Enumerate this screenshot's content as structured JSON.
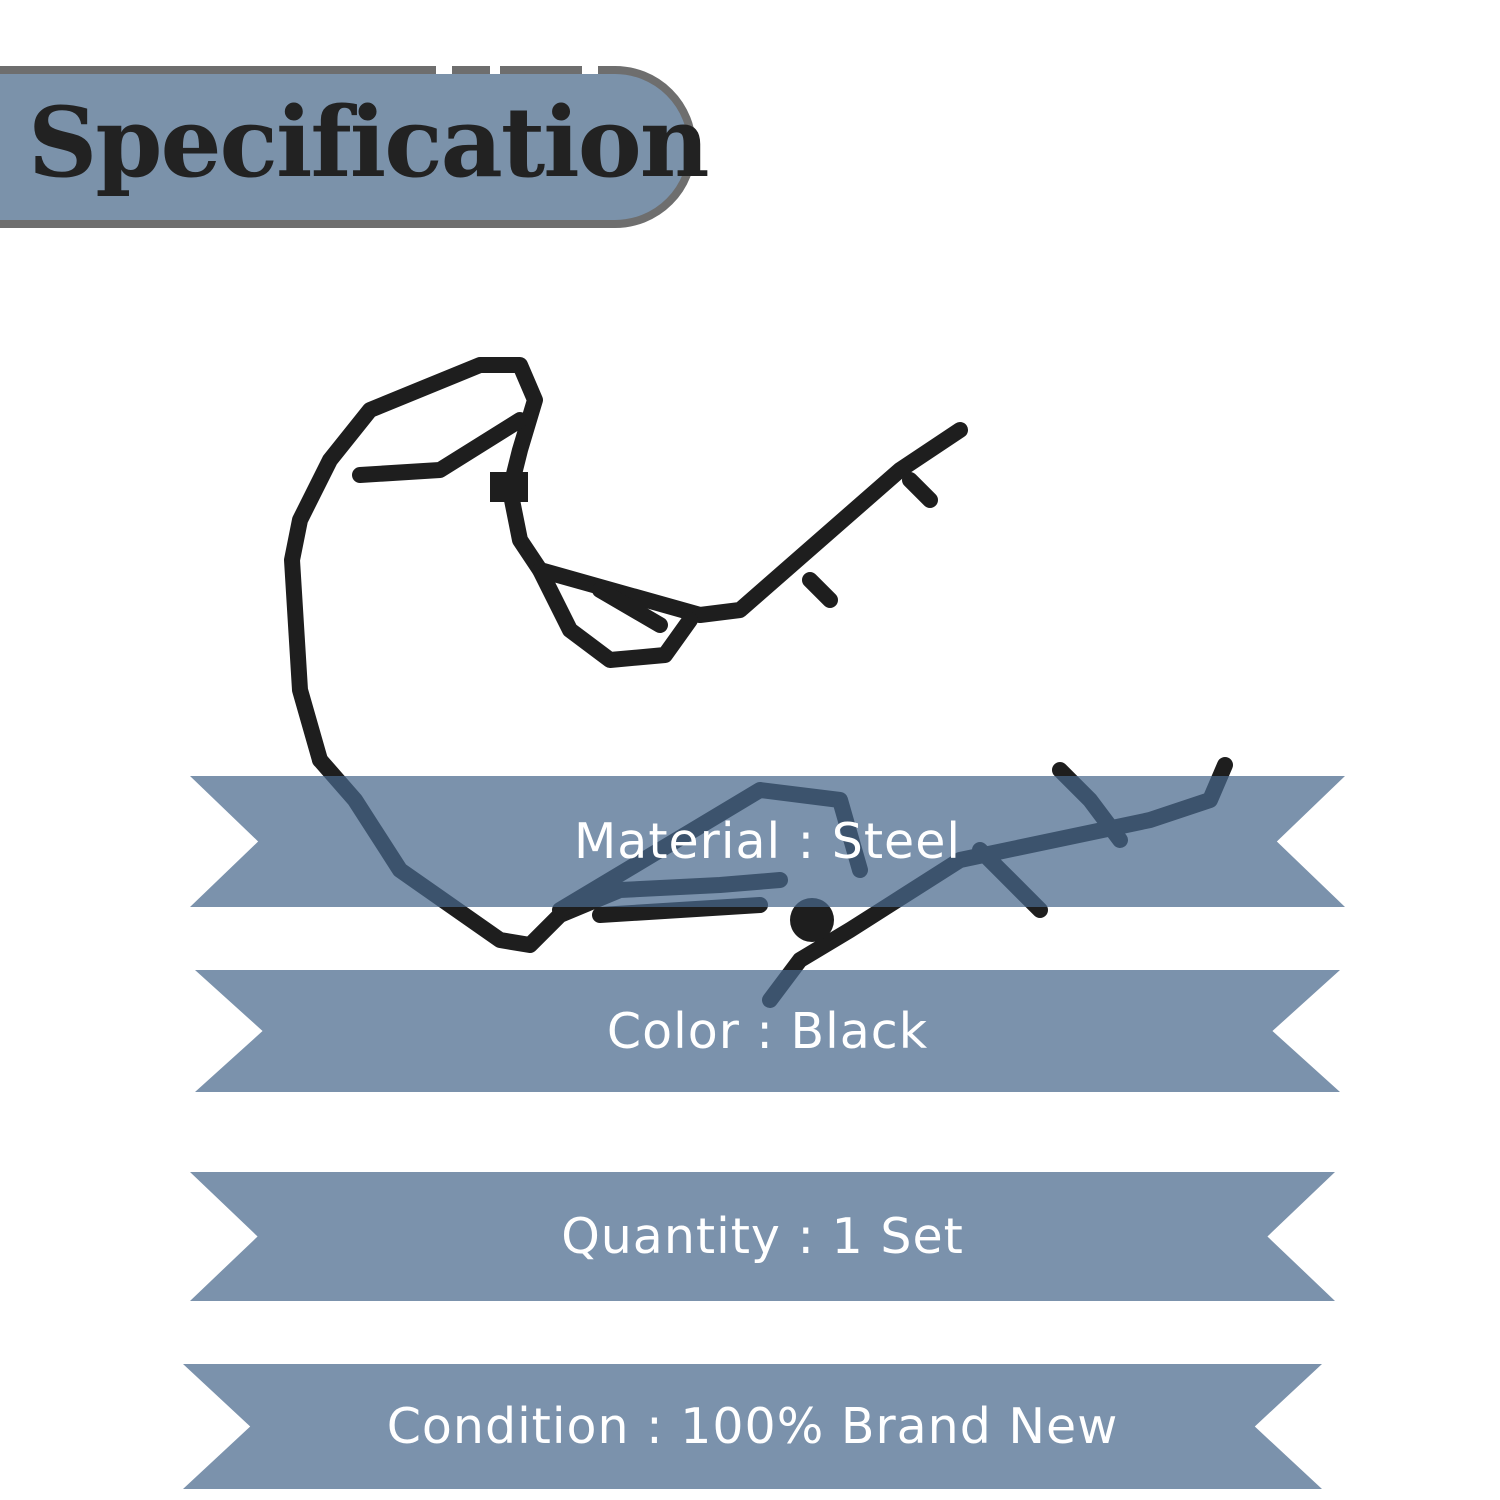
{
  "header": {
    "title": "Specification"
  },
  "specs": [
    {
      "label": "Material : Steel"
    },
    {
      "label": "Color : Black"
    },
    {
      "label": "Quantity : 1 Set"
    },
    {
      "label": "Condition : 100% Brand New"
    }
  ],
  "colors": {
    "banner": "#7b92aa",
    "border": "#6e6e6e",
    "title": "#222222",
    "product": "#1e1e1e"
  }
}
